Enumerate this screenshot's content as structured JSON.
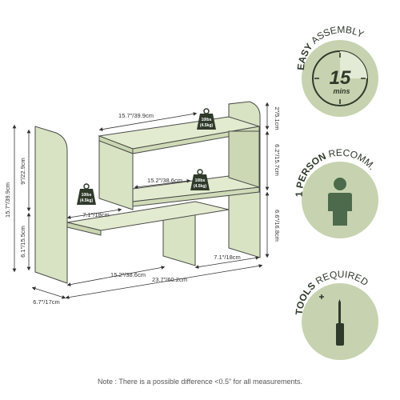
{
  "dimensions": {
    "top_shelf_width": "15.7″/39.9cm",
    "mid_shelf_width": "15.2″/38.6cm",
    "left_shelf_depth": "7.1″/18cm",
    "bottom_width": "15.2″/38.6cm",
    "total_width": "23.7″/60.2cm",
    "right_bottom_depth": "7.1″/18cm",
    "left_depth": "6.7″/17cm",
    "total_height": "15.7″/39.9cm",
    "upper_left_height": "9″/22.9cm",
    "lower_left_height": "6.1″/15.5cm",
    "right_top_height": "2″/5.1cm",
    "right_mid_height": "6.2″/15.7cm",
    "right_bottom_height": "6.6″/16.8cm"
  },
  "weights": {
    "line1": "10lbs",
    "line2": "(4.5kg)"
  },
  "badges": {
    "assembly": {
      "bold": "EASY",
      "light": "ASSEMBLY",
      "number": "15",
      "unit": "mins"
    },
    "person": {
      "bold": "1 PERSON",
      "light": "RECOMM."
    },
    "tools": {
      "bold": "TOOLS",
      "light": "REQUIRED"
    }
  },
  "note": "Note : There is a possible difference <0.5” for all measurements.",
  "colors": {
    "badge": "#c7d3b0",
    "wood": "#d7e3c2",
    "edge": "#4a4a4a",
    "dark": "#2f3a2b",
    "figure": "#4d6b4c"
  }
}
